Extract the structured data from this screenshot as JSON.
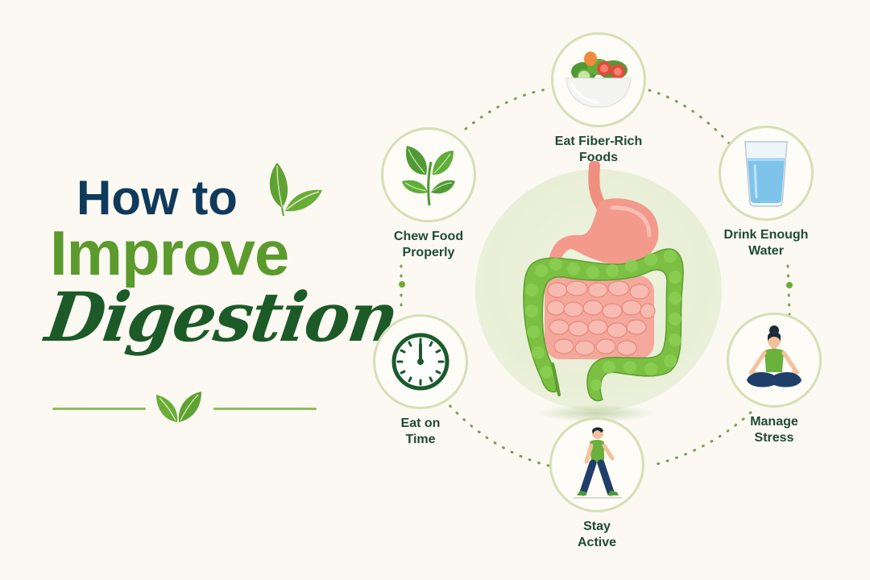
{
  "title": {
    "line1": "How to",
    "line2": "Improve",
    "line3": "Digestion"
  },
  "colors": {
    "background": "#fbf9f2",
    "navy": "#0f3a5c",
    "leaf_green": "#5b9a2d",
    "dark_green": "#1c5a28",
    "ring": "#d6dfb6",
    "dot_line": "#7d9a60",
    "colon_green": "#7bc043",
    "intestine_pink": "#f2a195"
  },
  "center": {
    "illustration": "digestive-system"
  },
  "tips": [
    {
      "id": "fiber",
      "icon": "salad-bowl-icon",
      "line1": "Eat Fiber-Rich",
      "line2": "Foods"
    },
    {
      "id": "water",
      "icon": "water-glass-icon",
      "line1": "Drink Enough",
      "line2": "Water"
    },
    {
      "id": "stress",
      "icon": "meditation-icon",
      "line1": "Manage",
      "line2": "Stress"
    },
    {
      "id": "active",
      "icon": "walking-person-icon",
      "line1": "Stay",
      "line2": "Active"
    },
    {
      "id": "time",
      "icon": "clock-icon",
      "line1": "Eat on",
      "line2": "Time"
    },
    {
      "id": "chew",
      "icon": "plant-sprout-icon",
      "line1": "Chew Food",
      "line2": "Properly"
    }
  ]
}
